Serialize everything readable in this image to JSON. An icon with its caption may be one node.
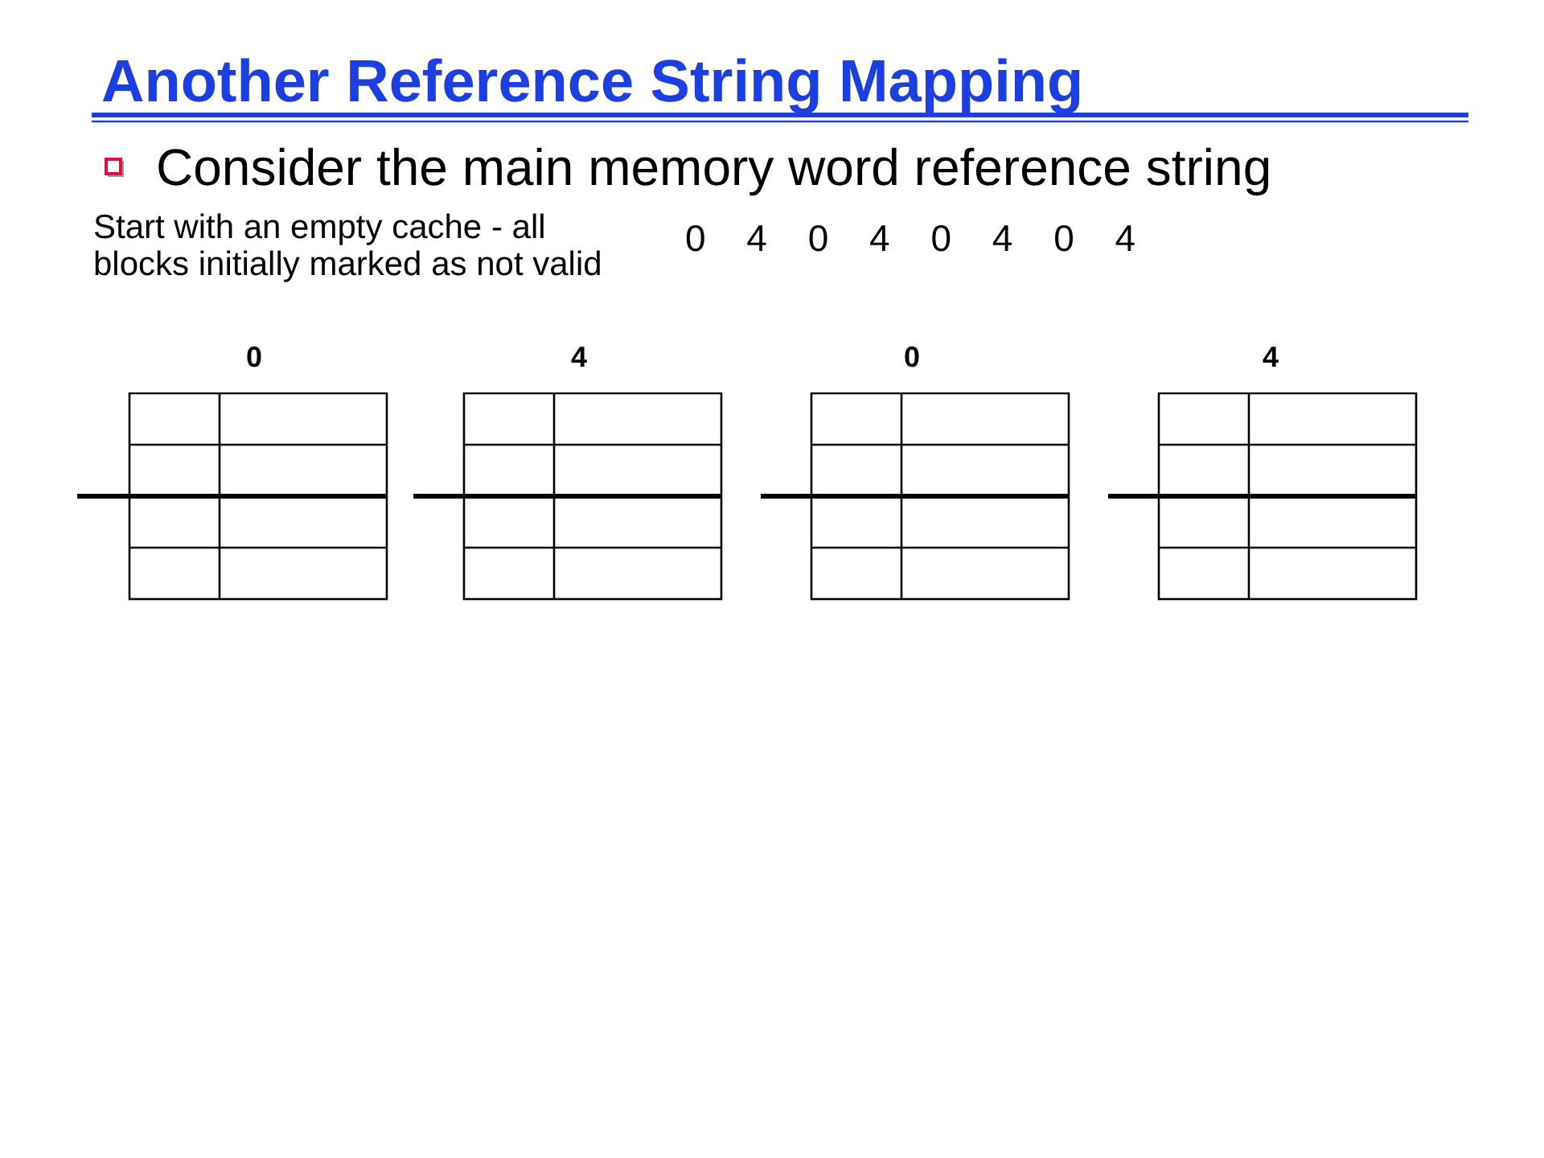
{
  "diagram": {
    "title": "Another Reference String Mapping",
    "nodes": [
      {
        "text": [
          "0"
        ]
      },
      {
        "text": [
          "4"
        ]
      },
      {
        "text": [
          "0"
        ]
      },
      {
        "text": [
          "4"
        ]
      }
    ],
    "edges": [],
    "labels": [
      "Consider the main memory word reference string",
      "Start with an empty cache - all blocks initially marked as not valid",
      "0 4 0 4 0 4 0 4"
    ]
  }
}
